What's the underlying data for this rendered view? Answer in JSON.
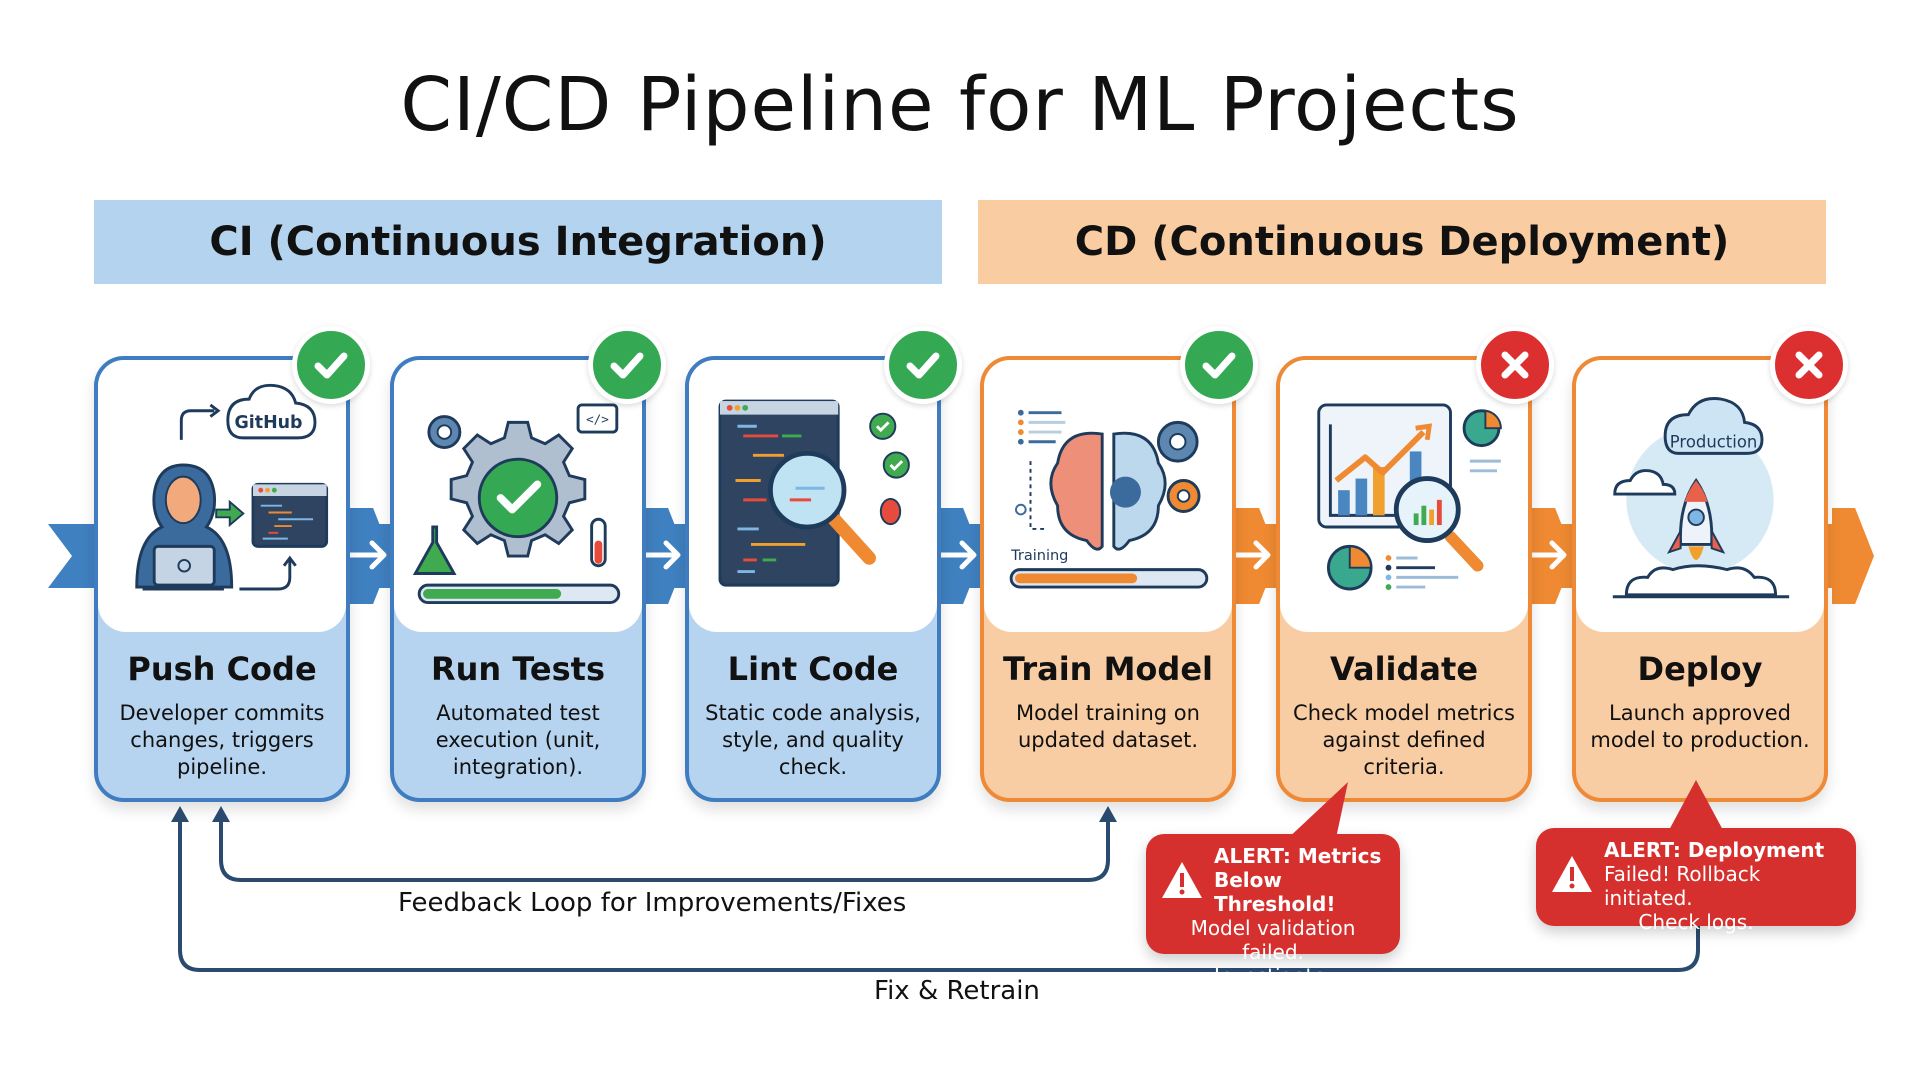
{
  "title": "CI/CD Pipeline for ML Projects",
  "phases": {
    "ci": {
      "label": "CI (Continuous Integration)",
      "color": "#b4d3ee"
    },
    "cd": {
      "label": "CD (Continuous Deployment)",
      "color": "#f9cda1"
    }
  },
  "stages": [
    {
      "name": "Push Code",
      "description": "Developer commits changes, triggers pipeline.",
      "phase": "ci",
      "status": "success",
      "icon": "developer-github-icon",
      "icon_label": "GitHub"
    },
    {
      "name": "Run Tests",
      "description": "Automated test execution (unit, integration).",
      "phase": "ci",
      "status": "success",
      "icon": "gear-check-test-icon",
      "icon_label": "</>",
      "progress": 0.72
    },
    {
      "name": "Lint Code",
      "description": "Static code analysis, style, and quality check.",
      "phase": "ci",
      "status": "success",
      "icon": "code-magnifier-icon"
    },
    {
      "name": "Train Model",
      "description": "Model training on updated dataset.",
      "phase": "cd",
      "status": "success",
      "icon": "brain-gears-icon",
      "icon_label": "Training",
      "progress": 0.65
    },
    {
      "name": "Validate",
      "description": "Check model metrics against defined criteria.",
      "phase": "cd",
      "status": "failed",
      "icon": "chart-magnifier-icon"
    },
    {
      "name": "Deploy",
      "description": "Launch approved model to production.",
      "phase": "cd",
      "status": "failed",
      "icon": "rocket-icon",
      "icon_label": "Production"
    }
  ],
  "alerts": [
    {
      "stage": "Validate",
      "title": "ALERT: Metrics Below Threshold!",
      "title_line1": "ALERT: Metrics",
      "title_line2": "Below Threshold!",
      "message_line1": "Model validation failed.",
      "message_line2": "Investigate."
    },
    {
      "stage": "Deploy",
      "title_line1": "ALERT: Deployment",
      "title_line2": "Failed! Rollback initiated.",
      "message_line1": "Check logs."
    }
  ],
  "loops": {
    "feedback": "Feedback Loop for Improvements/Fixes",
    "retrain": "Fix & Retrain"
  },
  "colors": {
    "ci_accent": "#3f80c0",
    "cd_accent": "#ef8a32",
    "success": "#34a853",
    "failure": "#dc2f2f",
    "loop_line": "#2b4a6f"
  }
}
